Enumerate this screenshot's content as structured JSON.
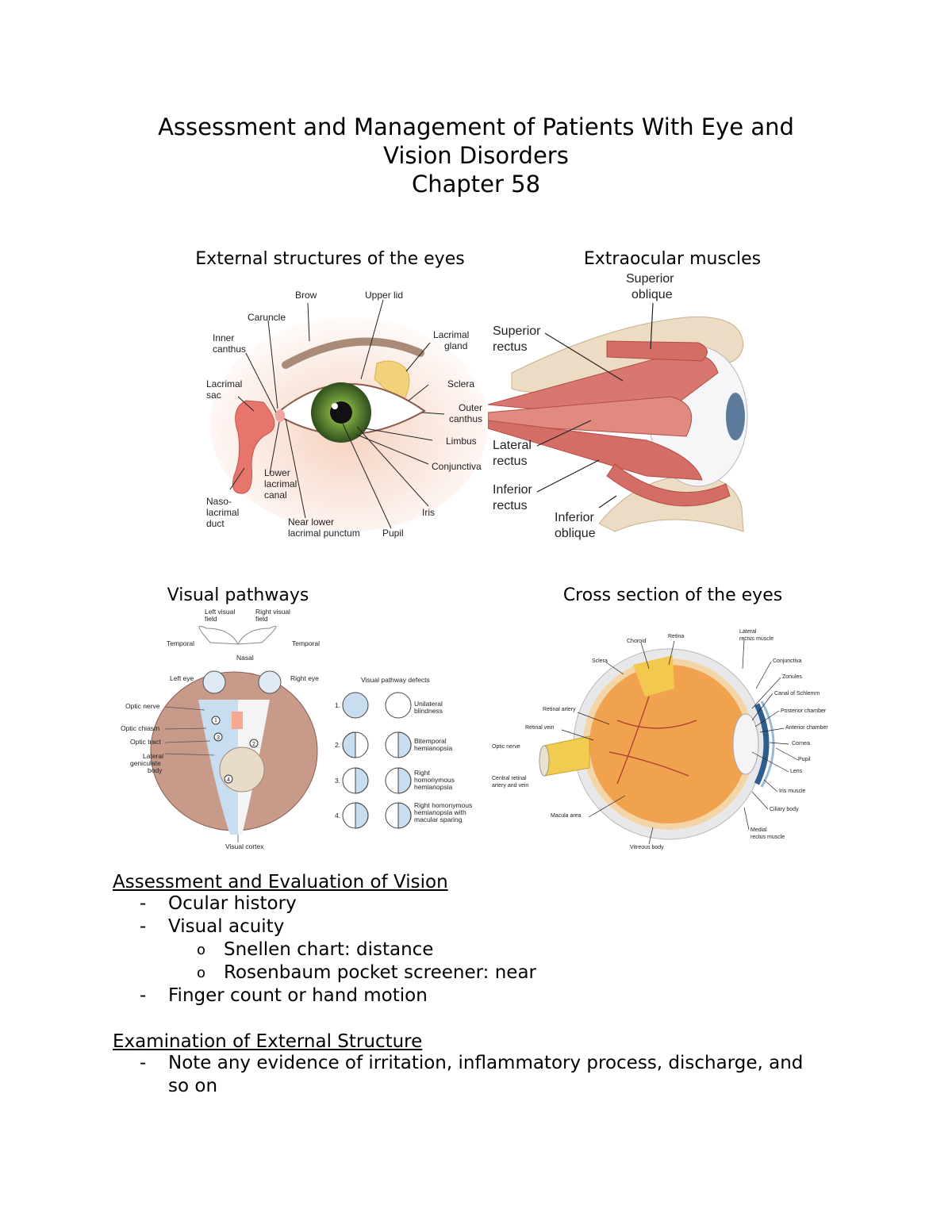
{
  "doc": {
    "title_line1": "Assessment and Management of Patients With Eye and",
    "title_line2": "Vision Disorders",
    "title_line3": "Chapter 58"
  },
  "figures": {
    "external": {
      "title": "External structures of the eyes",
      "labels": [
        "Brow",
        "Upper lid",
        "Caruncle",
        "Inner",
        "canthus",
        "Lacrimal",
        "gland",
        "Lacrimal",
        "sac",
        "Sclera",
        "Outer",
        "canthus",
        "Limbus",
        "Conjunctiva",
        "Lower",
        "lacrimal",
        "canal",
        "Naso-",
        "lacrimal",
        "duct",
        "Near lower",
        "lacrimal punctum",
        "Pupil",
        "Iris"
      ]
    },
    "muscles": {
      "title": "Extraocular muscles",
      "labels": [
        "Superior",
        "oblique",
        "Superior",
        "rectus",
        "Lateral",
        "rectus",
        "Inferior",
        "rectus",
        "Inferior",
        "oblique"
      ]
    },
    "pathways": {
      "title": "Visual pathways",
      "labels": [
        "Left visual",
        "field",
        "Right visual",
        "field",
        "Temporal",
        "Temporal",
        "Nasal",
        "Left eye",
        "Right eye",
        "Optic nerve",
        "Optic chiasm",
        "Optic tract",
        "Lateral",
        "geniculate",
        "body",
        "Visual cortex",
        "Visual pathway defects",
        "1.",
        "2.",
        "3.",
        "4.",
        "Unilateral",
        "blindness",
        "Bitemporal",
        "hemianopsia",
        "Right",
        "homonymous",
        "hemianopsia",
        "Right homonymous",
        "hemianopsia with",
        "macular sparing",
        "1",
        "2",
        "3",
        "4"
      ]
    },
    "cross": {
      "title": "Cross section of the eyes",
      "labels": [
        "Choroid",
        "Retina",
        "Lateral",
        "rectus muscle",
        "Sclera",
        "Conjunctiva",
        "Zonules",
        "Canal of Schlemm",
        "Posterior chamber",
        "Anterior chamber",
        "Cornea",
        "Pupil",
        "Lens",
        "Iris muscle",
        "Ciliary body",
        "Medial",
        "rectus muscle",
        "Retinal artery",
        "Retinal vein",
        "Optic nerve",
        "Central retinal",
        "artery and vein",
        "Macula area",
        "Vitreous body"
      ]
    }
  },
  "sections": [
    {
      "heading": "Assessment and Evaluation of Vision ",
      "items": [
        {
          "marker": "-",
          "text": "Ocular history",
          "children": []
        },
        {
          "marker": "-",
          "text": "Visual acuity",
          "children": [
            {
              "marker": "o",
              "text": "Snellen chart: distance"
            },
            {
              "marker": "o",
              "text": "Rosenbaum pocket screener: near"
            }
          ]
        },
        {
          "marker": "-",
          "text": "Finger count or hand motion",
          "children": []
        }
      ]
    },
    {
      "heading": "Examination of External Structure ",
      "items": [
        {
          "marker": "-",
          "text": "Note any evidence of irritation, inflammatory process, discharge, and",
          "cont": "so on",
          "children": []
        }
      ]
    }
  ]
}
